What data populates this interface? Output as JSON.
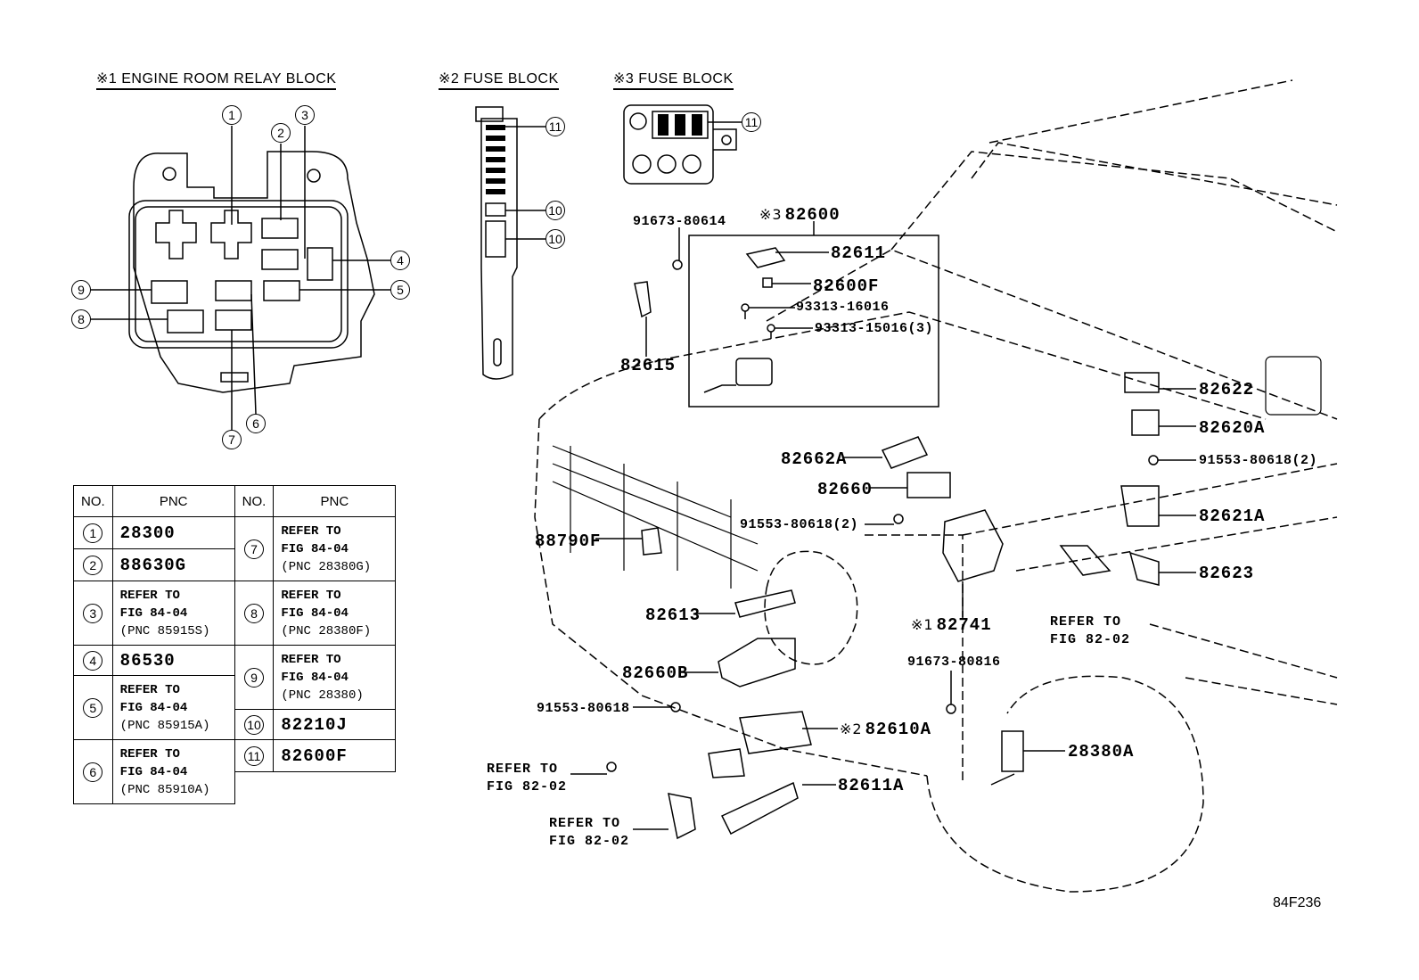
{
  "sections": {
    "relay_block_title": "※1 ENGINE ROOM RELAY BLOCK",
    "fuse_block2_title": "※2 FUSE BLOCK",
    "fuse_block3_title": "※3 FUSE BLOCK"
  },
  "relay_callouts": [
    "1",
    "2",
    "3",
    "4",
    "5",
    "6",
    "7",
    "8",
    "9"
  ],
  "fuse2_callouts": [
    "11",
    "10",
    "10"
  ],
  "fuse3_callouts": [
    "11"
  ],
  "table": {
    "headers": [
      "NO.",
      "PNC",
      "NO.",
      "PNC"
    ],
    "left": [
      {
        "no": "1",
        "lines": [
          "28300"
        ]
      },
      {
        "no": "2",
        "lines": [
          "88630G"
        ]
      },
      {
        "no": "3",
        "lines": [
          "REFER TO",
          "FIG 84-04",
          "(PNC 85915S)"
        ]
      },
      {
        "no": "4",
        "lines": [
          "86530"
        ]
      },
      {
        "no": "5",
        "lines": [
          "REFER TO",
          "FIG 84-04",
          "(PNC 85915A)"
        ]
      },
      {
        "no": "6",
        "lines": [
          "REFER TO",
          "FIG 84-04",
          "(PNC 85910A)"
        ]
      }
    ],
    "right": [
      {
        "no": "7",
        "lines": [
          "REFER TO",
          "FIG 84-04",
          "(PNC 28380G)"
        ]
      },
      {
        "no": "8",
        "lines": [
          "REFER TO",
          "FIG 84-04",
          "(PNC 28380F)"
        ]
      },
      {
        "no": "9",
        "lines": [
          "REFER TO",
          "FIG 84-04",
          "(PNC 28380)"
        ]
      },
      {
        "no": "10",
        "lines": [
          "82210J"
        ]
      },
      {
        "no": "11",
        "lines": [
          "82600F"
        ]
      }
    ]
  },
  "parts": {
    "p82600_mark": "※3",
    "p82600": "82600",
    "p91673_80614": "91673-80614",
    "p82611": "82611",
    "p82600F": "82600F",
    "p93313_16016": "93313-16016",
    "p93313_15016": "93313-15016(3)",
    "p82615": "82615",
    "p82622": "82622",
    "p82620A": "82620A",
    "p91553_80618_r": "91553-80618(2)",
    "p82621A": "82621A",
    "p82623": "82623",
    "p82662A": "82662A",
    "p82660": "82660",
    "p91553_80618_c": "91553-80618(2)",
    "p88790F": "88790F",
    "p82613": "82613",
    "p82741_mark": "※1",
    "p82741": "82741",
    "p91673_80816": "91673-80816",
    "p82660B": "82660B",
    "p91553_80618_l": "91553-80618",
    "p82610A_mark": "※2",
    "p82610A": "82610A",
    "p82611A": "82611A",
    "p28380A": "28380A",
    "ref_fig_right": [
      "REFER TO",
      "FIG 82-02"
    ],
    "ref_fig_left1": [
      "REFER TO",
      "FIG 82-02"
    ],
    "ref_fig_left2": [
      "REFER TO",
      "FIG 82-02"
    ]
  },
  "figure_number": "84F236"
}
